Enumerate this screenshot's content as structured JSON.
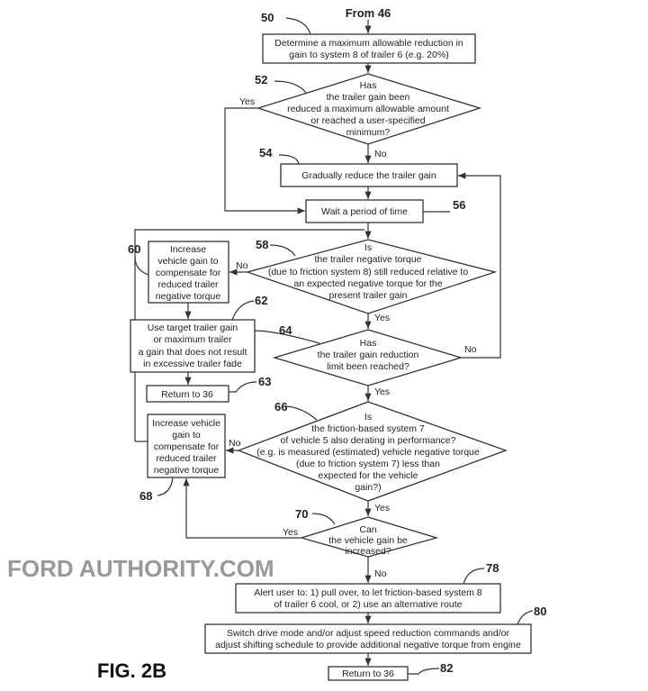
{
  "from": "From 46",
  "figure": "FIG. 2B",
  "watermark": "FORD AUTHORITY.COM",
  "yes": "Yes",
  "no": "No",
  "steps": {
    "s50": {
      "ref": "50",
      "lines": [
        "Determine a maximum allowable reduction in",
        "gain to system 8 of trailer 6 (e.g. 20%)"
      ]
    },
    "s52": {
      "ref": "52",
      "lines": [
        "Has",
        "the trailer gain been",
        "reduced a maximum allowable amount",
        "or reached a user-specified",
        "minimum?"
      ]
    },
    "s54": {
      "ref": "54",
      "lines": [
        "Gradually reduce the trailer gain"
      ]
    },
    "s56": {
      "ref": "56",
      "lines": [
        "Wait a period of time"
      ]
    },
    "s58": {
      "ref": "58",
      "lines": [
        "Is",
        "the trailer negative torque",
        "(due to friction system 8) still reduced relative to",
        "an expected negative torque for the",
        "present trailer gain"
      ]
    },
    "s60": {
      "ref": "60",
      "lines": [
        "Increase",
        "vehicle gain to",
        "compensate for",
        "reduced trailer",
        "negative torque"
      ]
    },
    "s62": {
      "ref": "62",
      "lines": [
        "Use target trailer gain",
        "or maximum trailer",
        "a gain that does not result",
        "in excessive trailer fade"
      ]
    },
    "s63": {
      "ref": "63",
      "lines": [
        "Return to 36"
      ]
    },
    "s64": {
      "ref": "64",
      "lines": [
        "Has",
        "the trailer gain reduction",
        "limit been reached?"
      ]
    },
    "s66": {
      "ref": "66",
      "lines": [
        "Is",
        "the friction-based system 7",
        "of vehicle 5 also derating in performance?",
        "(e.g. is measured (estimated) vehicle negative torque",
        "(due to friction system 7) less than",
        "expected for the vehicle",
        "gain?)"
      ]
    },
    "s68": {
      "ref": "68",
      "lines": [
        "Increase vehicle",
        "gain to",
        "compensate for",
        "reduced trailer",
        "negative torque"
      ]
    },
    "s70": {
      "ref": "70",
      "lines": [
        "Can",
        "the vehicle gain be",
        "increased?"
      ]
    },
    "s78": {
      "ref": "78",
      "lines": [
        "Alert user to: 1) pull over, to let friction-based system 8",
        "of trailer 6 cool, or 2) use an alternative route"
      ]
    },
    "s80": {
      "ref": "80",
      "lines": [
        "Switch drive mode and/or adjust speed reduction commands and/or",
        "adjust shifting schedule to provide additional negative torque from engine"
      ]
    },
    "s82": {
      "ref": "82",
      "lines": [
        "Return to 36"
      ]
    }
  }
}
